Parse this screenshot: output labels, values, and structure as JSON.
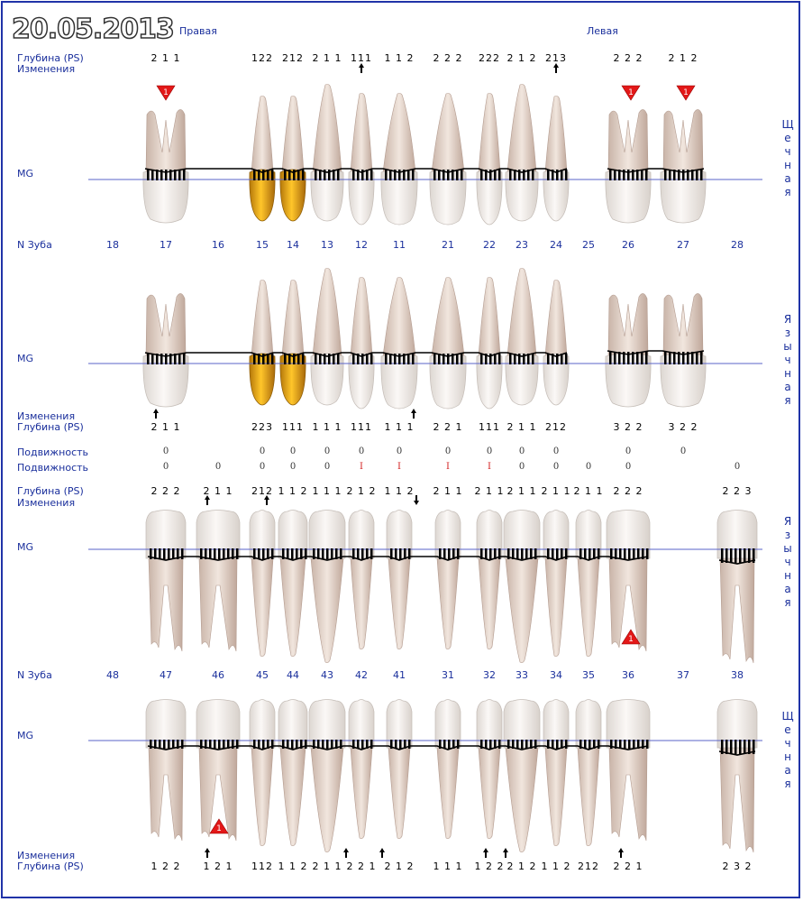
{
  "date": "20.05.2013",
  "side_right": "Правая",
  "side_left": "Левая",
  "labels": {
    "depth": "Глубина (PS)",
    "changes": "Изменения",
    "mg": "MG",
    "tooth_no": "N Зуба",
    "mobility": "Подвижность"
  },
  "surfaces": {
    "buccal": "Щечная",
    "lingual": "Язычная"
  },
  "upper_numbers": [
    "18",
    "17",
    "16",
    "15",
    "14",
    "13",
    "12",
    "11",
    "21",
    "22",
    "23",
    "24",
    "25",
    "26",
    "27",
    "28"
  ],
  "lower_numbers": [
    "48",
    "47",
    "46",
    "45",
    "44",
    "43",
    "42",
    "41",
    "31",
    "32",
    "33",
    "34",
    "35",
    "36",
    "37",
    "38"
  ],
  "upper_buccal_depth": [
    "",
    "2 1 1",
    "",
    "122",
    "212",
    "2 1 1",
    "111",
    "1 1 2",
    "2 2 2",
    "222",
    "2 1 2",
    "213",
    "",
    "2 2 2",
    "2 1 2",
    ""
  ],
  "upper_lingual_depth": [
    "",
    "2 1 1",
    "",
    "223",
    "111",
    "1 1 1",
    "111",
    "1 1 1",
    "2 2 1",
    "111",
    "2 1 1",
    "212",
    "",
    "3 2 2",
    "3 2 2",
    ""
  ],
  "lower_lingual_depth": [
    "",
    "2 2 2",
    "2 1 1",
    "212",
    "1 1 2",
    "1 1 1",
    "2 1 2",
    "1 1 2",
    "2 1 1",
    "2 1 1",
    "2 1 1",
    "2 1 1",
    "2 1 1",
    "2 2 2",
    "",
    "2 2 3"
  ],
  "lower_buccal_depth": [
    "",
    "1 2 2",
    "1 2 1",
    "112",
    "1 1 2",
    "2 1 1",
    "2 2 1",
    "2 1 2",
    "1 1 1",
    "1 2 2",
    "2 1 2",
    "1 1 2",
    "212",
    "2 2 1",
    "",
    "2 3 2"
  ],
  "mobility_upper": [
    "",
    "0",
    "",
    "0",
    "0",
    "0",
    "0",
    "0",
    "0",
    "0",
    "0",
    "0",
    "",
    "0",
    "0",
    ""
  ],
  "mobility_lower": [
    "",
    "0",
    "0",
    "0",
    "0",
    "0",
    "I",
    "I",
    "I",
    "I",
    "0",
    "0",
    "0",
    "0",
    "",
    "0"
  ],
  "markers": {
    "furcation_value": "1"
  }
}
